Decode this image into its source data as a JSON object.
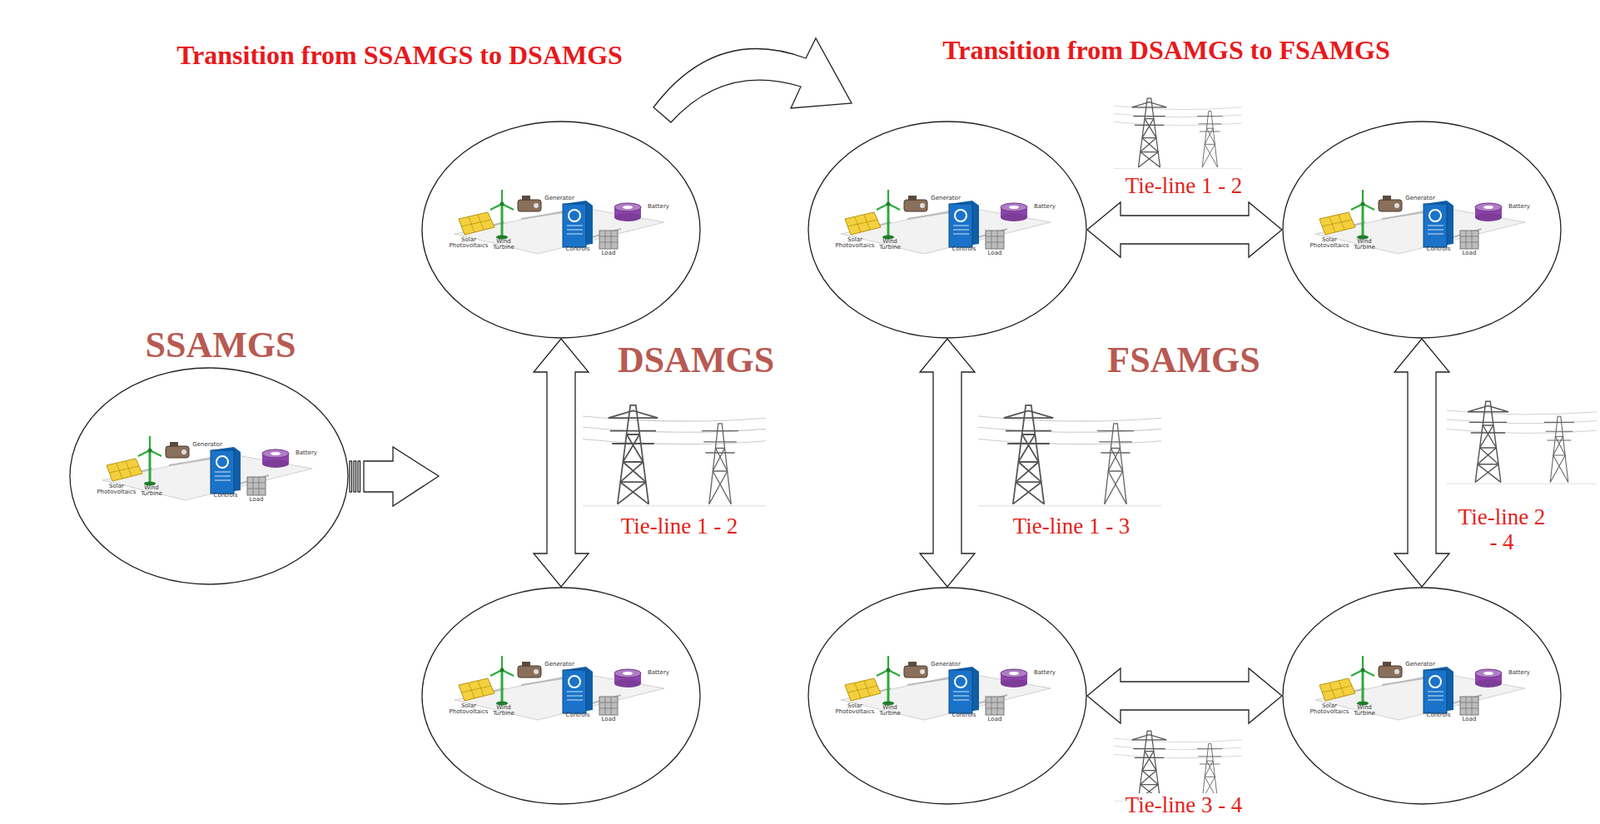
{
  "diagram": {
    "nodes": [
      {
        "text": [
          "Solar Photovoltaics",
          "Wind Turbine",
          "Generator",
          "Controls",
          "Battery",
          "Load"
        ]
      },
      {
        "text": [
          "Solar Photovoltaics",
          "Wind Turbine",
          "Generator",
          "Controls",
          "Battery",
          "Load"
        ]
      },
      {
        "text": [
          "Solar Photovoltaics",
          "Wind Turbine",
          "Generator",
          "Controls",
          "Battery",
          "Load"
        ]
      },
      {
        "text": [
          "Solar Photovoltaics",
          "Wind Turbine",
          "Generator",
          "Controls",
          "Battery",
          "Load"
        ]
      },
      {
        "text": [
          "Solar Photovoltaics",
          "Wind Turbine",
          "Generator",
          "Controls",
          "Battery",
          "Load"
        ]
      },
      {
        "text": [
          "Solar Photovoltaics",
          "Wind Turbine",
          "Generator",
          "Controls",
          "Battery",
          "Load"
        ]
      },
      {
        "text": [
          "Solar Photovoltaics",
          "Wind Turbine",
          "Generator",
          "Controls",
          "Battery",
          "Load"
        ]
      }
    ],
    "edges": [
      {
        "from": 1,
        "to": 2,
        "arrow": "both",
        "label": "Tie-line 1 - 2"
      },
      {
        "from": 3,
        "to": 4,
        "arrow": "both",
        "label": "Tie-line 1 - 2"
      },
      {
        "from": 3,
        "to": 5,
        "arrow": "both",
        "label": "Tie-line 1 - 3"
      },
      {
        "from": 4,
        "to": 6,
        "arrow": "both",
        "label": "Tie-line 2 - 4"
      },
      {
        "from": 5,
        "to": 6,
        "arrow": "both",
        "label": "Tie-line 3 - 4"
      }
    ],
    "labels": [
      "Transition from SSAMGS to DSAMGS",
      "Transition from DSAMGS to FSAMGS",
      "SSAMGS",
      "DSAMGS",
      "FSAMGS"
    ]
  }
}
